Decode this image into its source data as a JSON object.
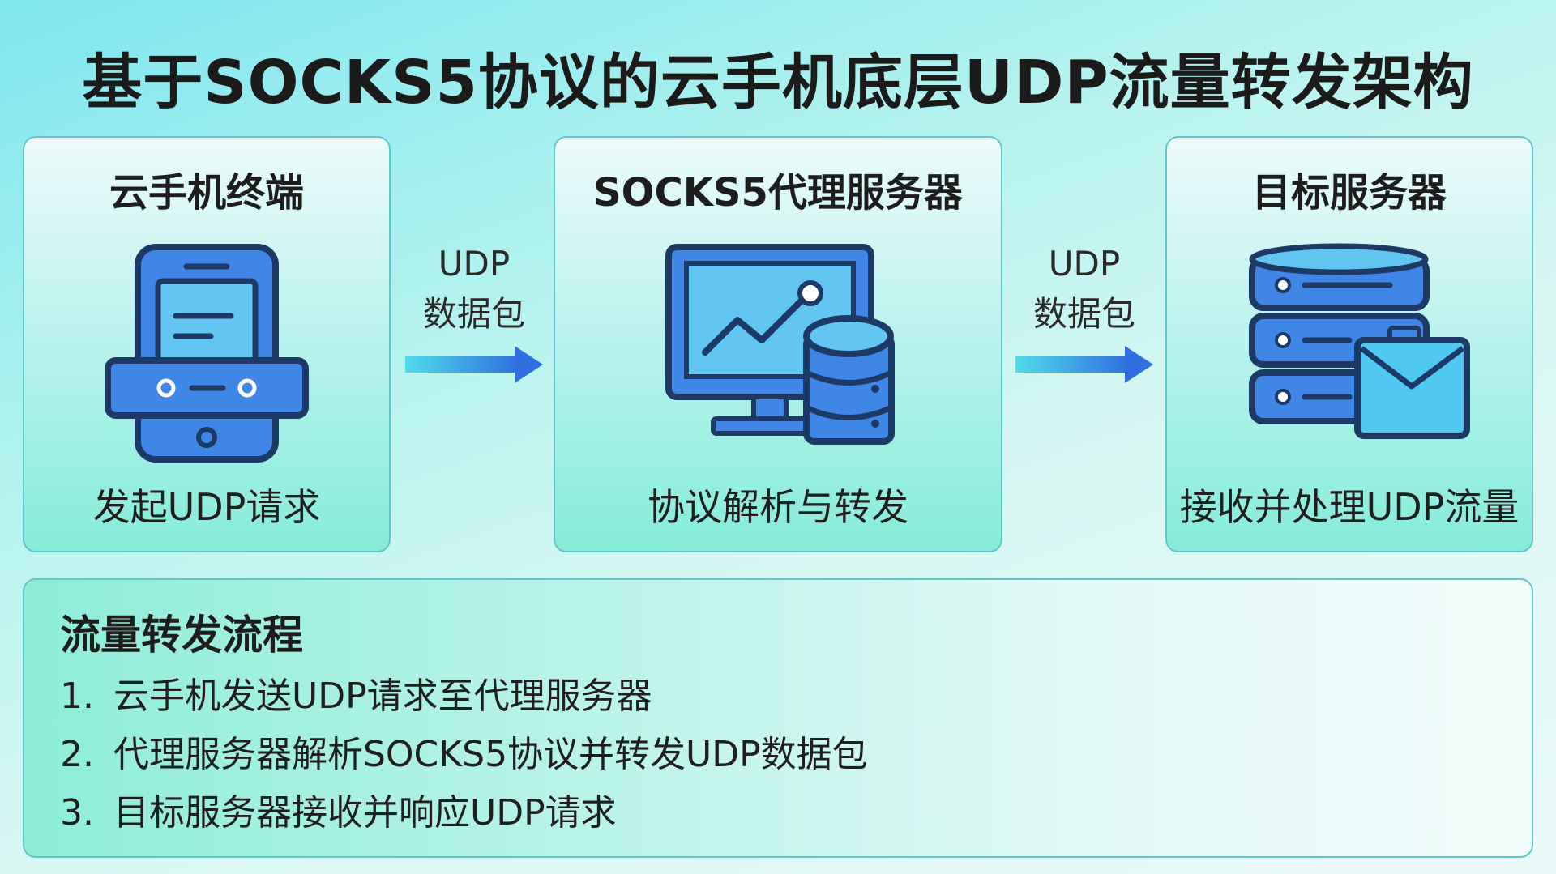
{
  "title": "基于SOCKS5协议的云手机底层UDP流量转发架构",
  "nodes": [
    {
      "title": "云手机终端",
      "caption": "发起UDP请求",
      "icon": "smartphone-icon"
    },
    {
      "title": "SOCKS5代理服务器",
      "caption": "协议解析与转发",
      "icon": "monitor-database-icon"
    },
    {
      "title": "目标服务器",
      "caption": "接收并处理UDP流量",
      "icon": "server-mail-icon"
    }
  ],
  "arrows": [
    {
      "line1": "UDP",
      "line2": "数据包"
    },
    {
      "line1": "UDP",
      "line2": "数据包"
    }
  ],
  "process": {
    "title": "流量转发流程",
    "steps": [
      {
        "num": "1.",
        "text": "云手机发送UDP请求至代理服务器"
      },
      {
        "num": "2.",
        "text": "代理服务器解析SOCKS5协议并转发UDP数据包"
      },
      {
        "num": "3.",
        "text": "目标服务器接收并响应UDP请求"
      }
    ]
  },
  "colors": {
    "icon_fill": "#3f86e6",
    "icon_stroke": "#1d3a66",
    "screen": "#62c6f0",
    "arrow_start": "#4fdcec",
    "arrow_end": "#2f6fe0"
  }
}
